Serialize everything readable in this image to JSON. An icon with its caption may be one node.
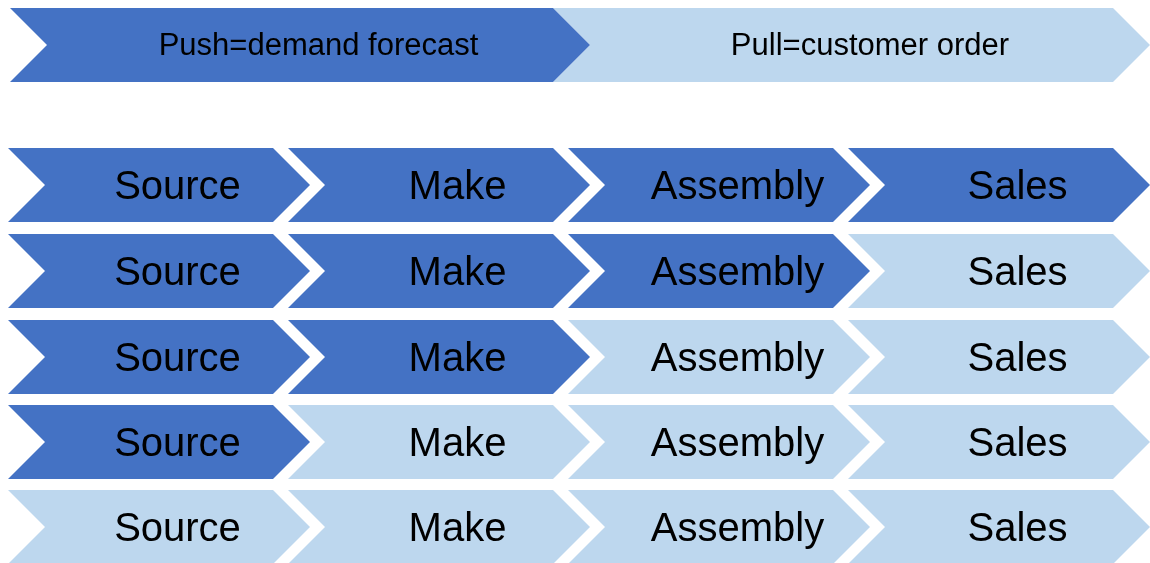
{
  "diagram": {
    "nodes": [
      {
        "text": [
          "Push=demand forecast"
        ]
      },
      {
        "text": [
          "Pull=customer order"
        ]
      },
      {
        "text": [
          "Source"
        ]
      },
      {
        "text": [
          "Make"
        ]
      },
      {
        "text": [
          "Assembly"
        ]
      },
      {
        "text": [
          "Sales"
        ]
      },
      {
        "text": [
          "Source"
        ]
      },
      {
        "text": [
          "Make"
        ]
      },
      {
        "text": [
          "Assembly"
        ]
      },
      {
        "text": [
          "Sales"
        ]
      },
      {
        "text": [
          "Source"
        ]
      },
      {
        "text": [
          "Make"
        ]
      },
      {
        "text": [
          "Assembly"
        ]
      },
      {
        "text": [
          "Sales"
        ]
      },
      {
        "text": [
          "Source"
        ]
      },
      {
        "text": [
          "Make"
        ]
      },
      {
        "text": [
          "Assembly"
        ]
      },
      {
        "text": [
          "Sales"
        ]
      },
      {
        "text": [
          "Source"
        ]
      },
      {
        "text": [
          "Make"
        ]
      },
      {
        "text": [
          "Assembly"
        ]
      },
      {
        "text": [
          "Sales"
        ]
      }
    ]
  }
}
